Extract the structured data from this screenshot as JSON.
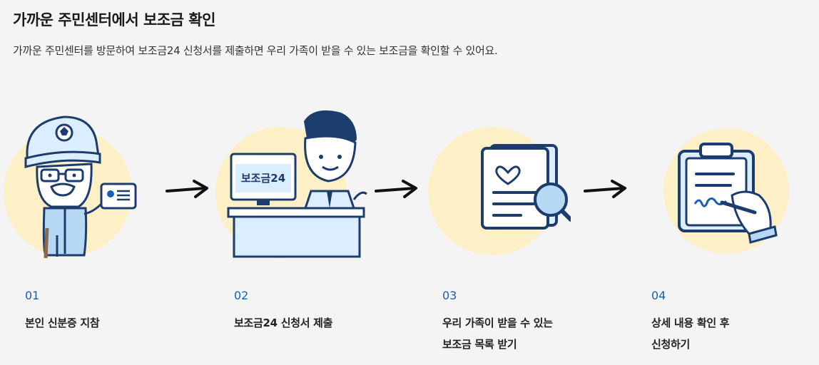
{
  "heading": {
    "title": "가까운 주민센터에서 보조금 확인",
    "description": "가까운 주민센터를 방문하여 보조금24 신청서를 제출하면 우리 가족이 받을 수 있는 보조금을 확인할 수 있어요."
  },
  "monitor_text": "보조금24",
  "colors": {
    "circle": "#fdefc6",
    "outline": "#1d3c6e",
    "accent_blue": "#1a5fb4",
    "fill_light": "#dbeeff"
  },
  "steps": [
    {
      "num": "01",
      "lines": [
        "본인 신분증 지참"
      ],
      "icon": "elderly-man-with-id-card-icon"
    },
    {
      "num": "02",
      "lines": [
        "보조금24 신청서 제출"
      ],
      "icon": "clerk-at-computer-desk-icon"
    },
    {
      "num": "03",
      "lines": [
        "우리 가족이 받을 수 있는",
        "보조금 목록 받기"
      ],
      "icon": "documents-magnifier-icon"
    },
    {
      "num": "04",
      "lines": [
        "상세 내용 확인 후",
        "신청하기"
      ],
      "icon": "clipboard-signing-icon"
    }
  ]
}
